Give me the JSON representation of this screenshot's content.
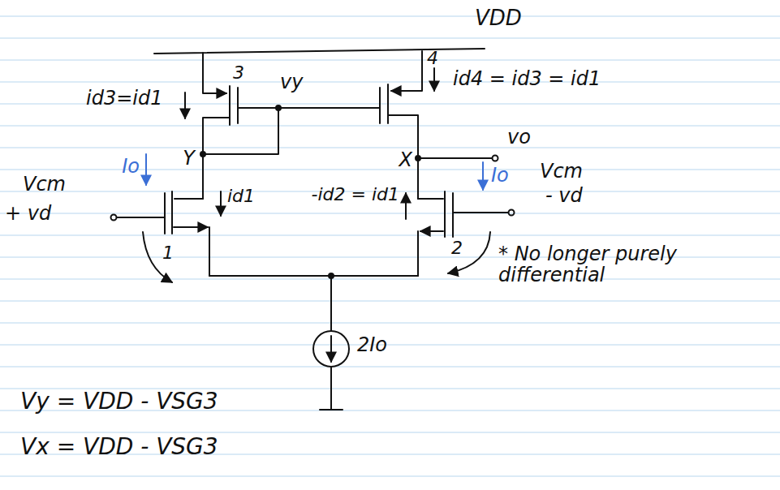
{
  "diagram": {
    "labels": [
      "VDD",
      "3",
      "id3=id1",
      "vy",
      "4",
      "id4 = id3 = id1",
      "Io",
      "Y",
      "X",
      "vo",
      "Io",
      "Vcm",
      "- vd",
      "Vcm",
      "+ vd",
      "id1",
      "-id2 = id1",
      "1",
      "2",
      "2Io",
      "* No longer purely differential",
      "Vy = VDD - VSG3",
      "Vx = VDD - VSG3"
    ]
  }
}
